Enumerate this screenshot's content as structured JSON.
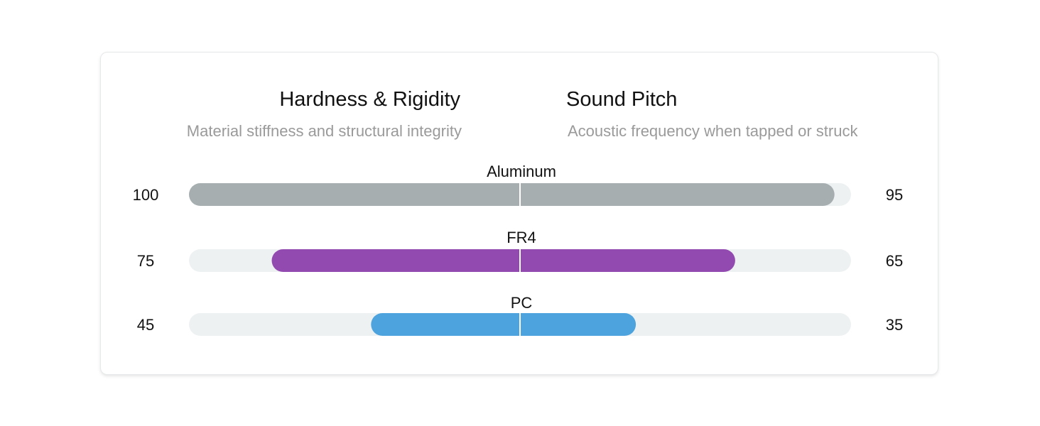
{
  "chart_data": {
    "type": "bar",
    "left_axis": {
      "title": "Hardness & Rigidity",
      "subtitle": "Material stiffness and structural integrity",
      "range": [
        0,
        100
      ]
    },
    "right_axis": {
      "title": "Sound Pitch",
      "subtitle": "Acoustic frequency when tapped or struck",
      "range": [
        0,
        100
      ]
    },
    "categories": [
      "Aluminum",
      "FR4",
      "PC"
    ],
    "series": [
      {
        "name": "Hardness & Rigidity",
        "values": [
          100,
          75,
          45
        ]
      },
      {
        "name": "Sound Pitch",
        "values": [
          95,
          65,
          35
        ]
      }
    ],
    "left_values_text": [
      "100",
      "75",
      "45"
    ],
    "right_values_text": [
      "95",
      "65",
      "35"
    ],
    "colors": [
      "#a6aeb0",
      "#9249b0",
      "#4da3dd"
    ],
    "track_color": "#eef1f2",
    "divider_color": "#ffffff"
  }
}
